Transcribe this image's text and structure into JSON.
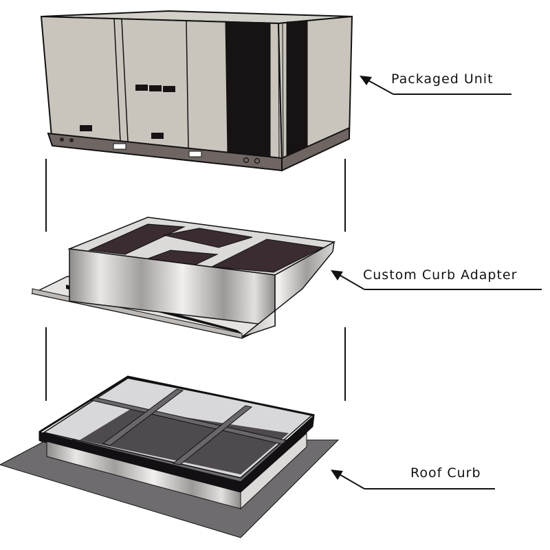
{
  "diagram": {
    "type": "exploded-assembly",
    "components": [
      {
        "id": "packaged-unit",
        "label": "Packaged Unit"
      },
      {
        "id": "custom-curb-adapter",
        "label": "Custom Curb Adapter"
      },
      {
        "id": "roof-curb",
        "label": "Roof Curb"
      }
    ]
  },
  "colors": {
    "unit_panel": "#c9c5bd",
    "unit_dark_panel": "#171314",
    "unit_base": "#6f6663",
    "adapter_metal_light": "#e8e6e4",
    "adapter_metal_mid": "#a9a5a3",
    "adapter_cavity": "#3a2c30",
    "roof_membrane": "#6e6c6e",
    "curb_frame": "#121012",
    "curb_inner_light": "#d8d8da",
    "curb_inner_dark": "#4f4a4e",
    "line": "#111111"
  }
}
